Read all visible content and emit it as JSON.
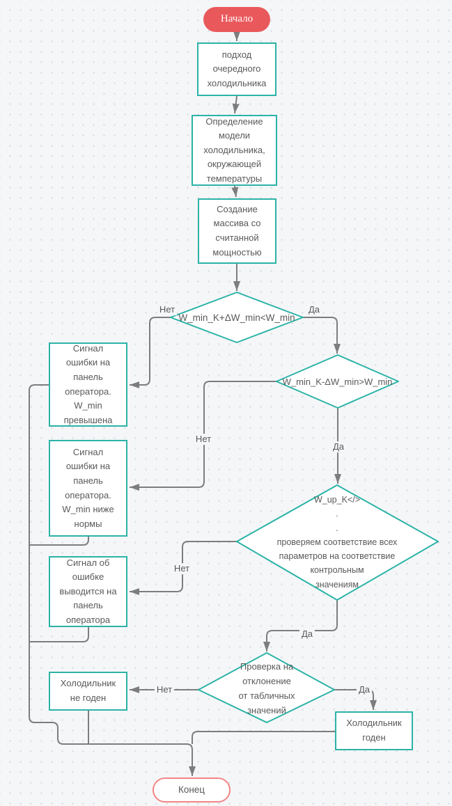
{
  "diagram_title": "Алгоритм проверки холодильника (блок-схема)",
  "nodes": {
    "start": {
      "label": "Начало"
    },
    "approach": {
      "label": "подход\nочередного\nхолодильника"
    },
    "model": {
      "label": "Определение\nмодели\nхолодильника,\nокружающей\nтемпературы"
    },
    "array": {
      "label": "Создание\nмассива со\nсчитанной\nмощностью"
    },
    "check_upper": {
      "label": "W_min_K+ΔW_min<W_min"
    },
    "check_lower": {
      "label": "W_min_K-ΔW_min>W_min"
    },
    "error_exceeded": {
      "label": "Сигнал\nошибки на\nпанель\nоператора.\nW_min\nпревышена"
    },
    "error_below": {
      "label": "Сигнал\nошибки на\nпанель\nоператора.\nW_min ниже\nнормы"
    },
    "check_params": {
      "label": "W_up_K</>\n.\n.\nпроверяем соответствие всех\nпараметров на соответствие\nконтрольным\nзначениям"
    },
    "error_panel": {
      "label": "Сигнал об\nошибке\nвыводится на\nпанель\nоператора"
    },
    "check_deviation": {
      "label": "Проверка на\nотклонение\nот табличных\nзначений"
    },
    "reject": {
      "label": "Холодильник\nне годен"
    },
    "approve": {
      "label": "Холодильник\nгоден"
    },
    "end": {
      "label": "Конец"
    }
  },
  "edge_labels": {
    "d1_no": "Нет",
    "d1_yes": "Да",
    "d2_no": "Нет",
    "d2_yes": "Да",
    "d3_no": "Нет",
    "d3_yes": "Да",
    "d4_no": "Нет",
    "d4_yes": "Да"
  },
  "colors": {
    "shape_border_teal": "#2bb3a7",
    "edge_gray": "#7d7d7d",
    "text_gray": "#595959",
    "start_fill_red": "#e9595c",
    "end_border_red": "#f48585",
    "canvas_bg": "#f5f6f8"
  }
}
